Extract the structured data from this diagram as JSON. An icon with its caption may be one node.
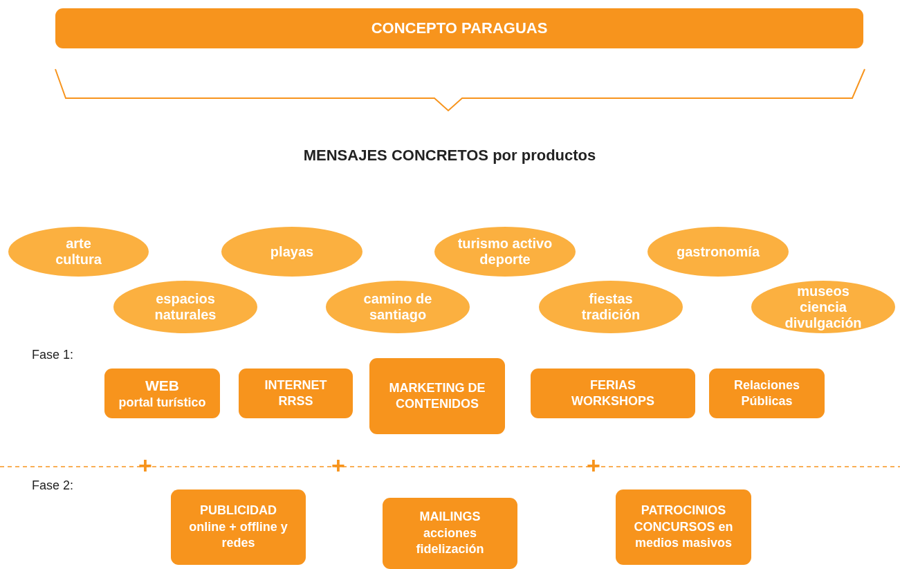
{
  "diagram": {
    "nodes": [
      {
        "text": [
          "CONCEPTO PARAGUAS"
        ]
      },
      {
        "text": [
          "arte cultura"
        ]
      },
      {
        "text": [
          "espacios naturales"
        ]
      },
      {
        "text": [
          "playas"
        ]
      },
      {
        "text": [
          "camino de santiago"
        ]
      },
      {
        "text": [
          "turismo activo deporte"
        ]
      },
      {
        "text": [
          "fiestas tradición"
        ]
      },
      {
        "text": [
          "gastronomía"
        ]
      },
      {
        "text": [
          "museos ciencia divulgación"
        ]
      },
      {
        "text": [
          "WEB",
          "portal turístico"
        ]
      },
      {
        "text": [
          "INTERNET RRSS"
        ]
      },
      {
        "text": [
          "MARKETING DE CONTENIDOS"
        ]
      },
      {
        "text": [
          "FERIAS WORKSHOPS"
        ]
      },
      {
        "text": [
          "Relaciones Públicas"
        ]
      },
      {
        "text": [
          "PUBLICIDAD online + offline y redes"
        ]
      },
      {
        "text": [
          "MAILINGS acciones fidelización"
        ]
      },
      {
        "text": [
          "PATROCINIOS CONCURSOS en medios masivos"
        ]
      }
    ],
    "labels": [
      "MENSAJES CONCRETOS por productos",
      "Fase 1:",
      "+",
      "+",
      "+",
      "Fase 2:"
    ]
  }
}
